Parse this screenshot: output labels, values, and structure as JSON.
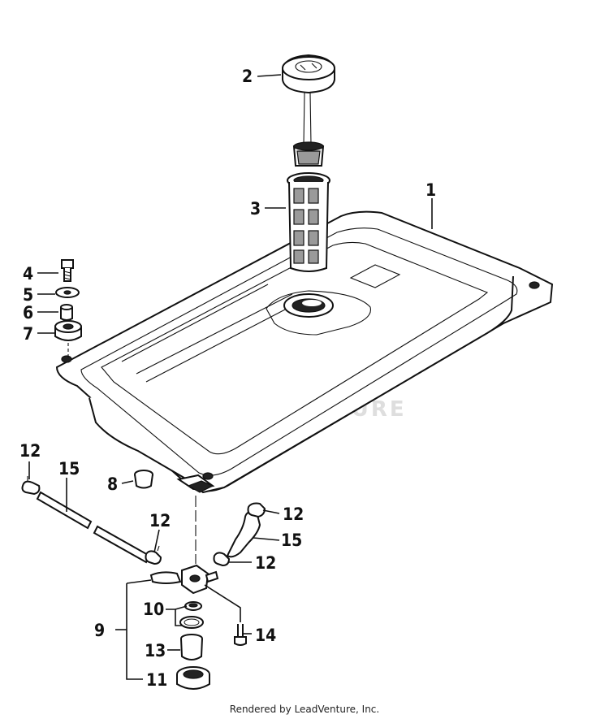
{
  "callouts": {
    "n1": "1",
    "n2": "2",
    "n3": "3",
    "n4": "4",
    "n5": "5",
    "n6": "6",
    "n7": "7",
    "n8": "8",
    "n9": "9",
    "n10": "10",
    "n11": "11",
    "n12a": "12",
    "n12b": "12",
    "n12c": "12",
    "n12d": "12",
    "n13": "13",
    "n14": "14",
    "n15a": "15",
    "n15b": "15"
  },
  "watermark": "LEADVENTURE",
  "footer": "Rendered by LeadVenture, Inc."
}
